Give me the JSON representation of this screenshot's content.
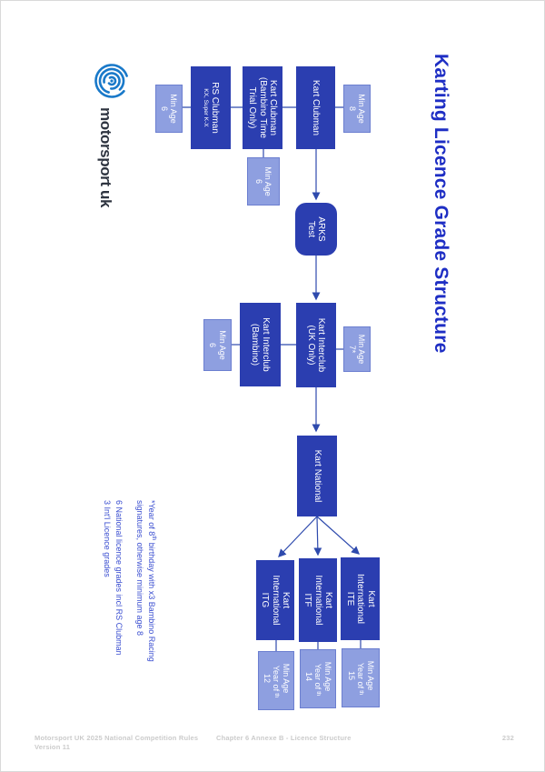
{
  "title": "Karting Licence Grade Structure",
  "logo": {
    "brand": "motorsport uk"
  },
  "nodes": {
    "kart_clubman": {
      "label": "Kart Clubman"
    },
    "kart_clubman_bambino": {
      "label": "Kart Clubman\n(Bambino Time\nTrial Only)"
    },
    "rs_clubman": {
      "label": "RS Clubman",
      "sublabel": "KX, Super K-X"
    },
    "arks_test": {
      "label": "ARKS\nTest"
    },
    "kart_interclub_uk": {
      "label": "Kart Interclub\n(UK Only)"
    },
    "kart_interclub_bambino": {
      "label": "Kart Interclub\n(Bambino)"
    },
    "kart_national": {
      "label": "Kart National"
    },
    "kart_international_ite": {
      "label": "Kart\nInternational\nITE"
    },
    "kart_international_itf": {
      "label": "Kart\nInternational\nITF"
    },
    "kart_international_itg": {
      "label": "Kart\nInternational\nITG"
    }
  },
  "tags": {
    "min_age_8": {
      "label": "Min Age\n8"
    },
    "min_age_6_tt": {
      "label": "Min Age\n6"
    },
    "min_age_6_rs": {
      "label": "Min Age\n6"
    },
    "min_age_7": {
      "label": "Min Age\n7*"
    },
    "min_age_6_interclub": {
      "label": "Min Age\n6"
    },
    "min_age_15": {
      "prefix": "Min Age\nYear of\n15",
      "ordinal": "th"
    },
    "min_age_14": {
      "prefix": "Min Age\nYear of\n14",
      "ordinal": "th"
    },
    "min_age_12": {
      "prefix": "Min Age\nYear of\n12",
      "ordinal": "th"
    }
  },
  "footnotes": {
    "line1_prefix": "*Year of 8",
    "line1_ordinal": "th",
    "line1_suffix": " birthday with x3 Bambino Racing",
    "line2": "signatures, otherwise minimum age 8",
    "line3": "6 National licence grades incl RS Clubman",
    "line4": "3 Int'l Licence grades"
  },
  "footer": {
    "left_line1": "Motorsport UK 2025 National Competition Rules",
    "left_line2": "Version 11",
    "chapter": "Chapter 6 Annexe B - Licence Structure",
    "page_number": "232"
  },
  "colors": {
    "primary_box": "#2b3eb0",
    "tag_box": "#8e9fe0",
    "tag_border": "#6c7fd0",
    "title_blue": "#1e2ec4",
    "note_blue": "#3a4ed0",
    "connector": "#2e4aad",
    "logo_blue": "#1979c9",
    "footer_gray": "#cbcbcb"
  }
}
